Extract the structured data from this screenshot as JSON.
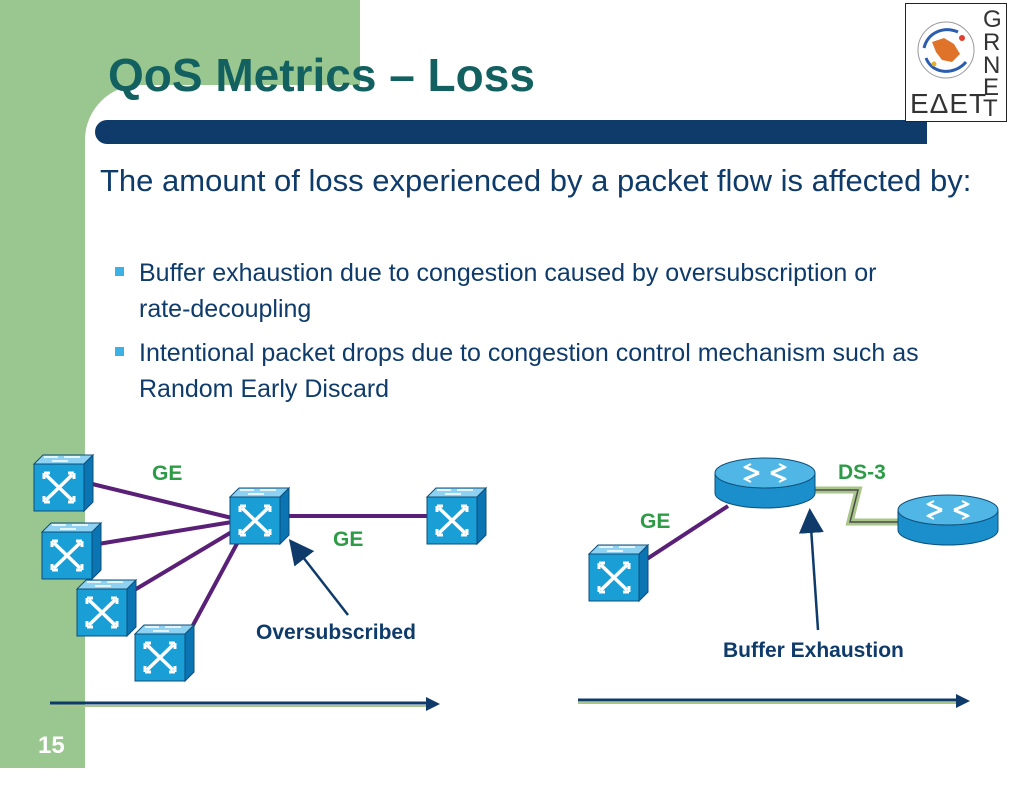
{
  "slide": {
    "title": "QoS Metrics – Loss",
    "intro": "The amount of loss experienced by a packet flow is affected by:",
    "bullets": [
      "Buffer exhaustion due to congestion caused by oversubscription or rate-decoupling",
      "Intentional packet drops due to congestion control mechanism such as Random Early Discard"
    ],
    "slide_number": "15"
  },
  "logo": {
    "letters": [
      "G",
      "R",
      "N",
      "E",
      "T"
    ],
    "greek": "ΕΔΕΤ"
  },
  "diagram_left": {
    "link_labels": [
      "GE",
      "GE"
    ],
    "caption": "Oversubscribed"
  },
  "diagram_right": {
    "link_labels": [
      "GE",
      "DS-3"
    ],
    "caption": "Buffer Exhaustion"
  },
  "colors": {
    "background_green": "#99c78f",
    "title": "#136060",
    "band": "#0f3b6b",
    "body_text": "#0f3b6b",
    "bullet_marker": "#3bb1e6",
    "link_label": "#2d9c47",
    "link_line": "#5a1f77",
    "device_fill": "#1a9ed6"
  }
}
